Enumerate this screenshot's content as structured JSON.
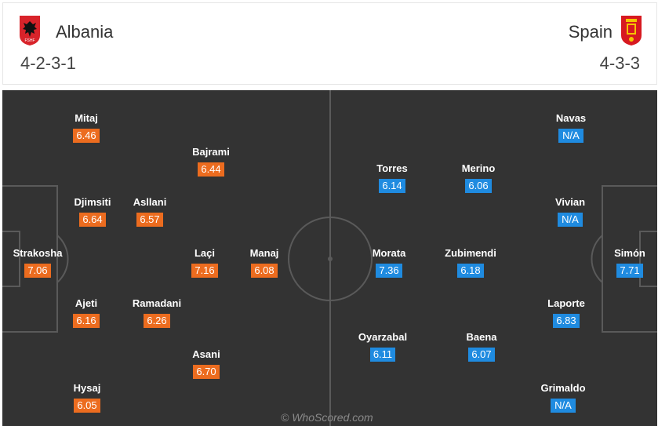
{
  "home": {
    "name": "Albania",
    "formation": "4-2-3-1",
    "color": "#ec6c1f",
    "flag_icon": "albania-crest-icon",
    "players": [
      {
        "name": "Mitaj",
        "rating": "6.46"
      },
      {
        "name": "Bajrami",
        "rating": "6.44"
      },
      {
        "name": "Djimsiti",
        "rating": "6.64"
      },
      {
        "name": "Asllani",
        "rating": "6.57"
      },
      {
        "name": "Strakosha",
        "rating": "7.06"
      },
      {
        "name": "Laçi",
        "rating": "7.16"
      },
      {
        "name": "Manaj",
        "rating": "6.08"
      },
      {
        "name": "Ajeti",
        "rating": "6.16"
      },
      {
        "name": "Ramadani",
        "rating": "6.26"
      },
      {
        "name": "Asani",
        "rating": "6.70"
      },
      {
        "name": "Hysaj",
        "rating": "6.05"
      }
    ]
  },
  "away": {
    "name": "Spain",
    "formation": "4-3-3",
    "color": "#1f8be0",
    "flag_icon": "spain-crest-icon",
    "players": [
      {
        "name": "Navas",
        "rating": "N/A"
      },
      {
        "name": "Torres",
        "rating": "6.14"
      },
      {
        "name": "Merino",
        "rating": "6.06"
      },
      {
        "name": "Vivian",
        "rating": "N/A"
      },
      {
        "name": "Morata",
        "rating": "7.36"
      },
      {
        "name": "Zubimendi",
        "rating": "6.18"
      },
      {
        "name": "Simón",
        "rating": "7.71"
      },
      {
        "name": "Laporte",
        "rating": "6.83"
      },
      {
        "name": "Oyarzabal",
        "rating": "6.11"
      },
      {
        "name": "Baena",
        "rating": "6.07"
      },
      {
        "name": "Grimaldo",
        "rating": "N/A"
      }
    ]
  },
  "watermark": "© WhoScored.com"
}
